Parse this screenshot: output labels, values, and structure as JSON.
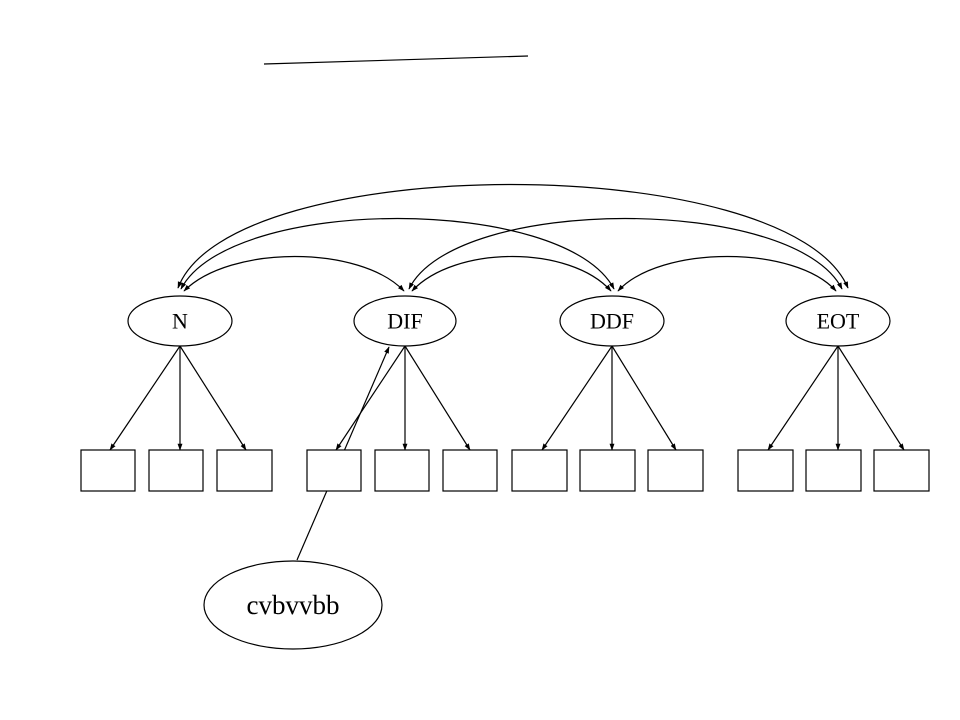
{
  "diagram": {
    "nodes": [
      {
        "id": "n",
        "label": "N"
      },
      {
        "id": "dif",
        "label": "DIF"
      },
      {
        "id": "ddf",
        "label": "DDF"
      },
      {
        "id": "eot",
        "label": "EOT"
      }
    ],
    "callout": {
      "label": "cvbvvbb"
    },
    "indicators_per_node": 3,
    "colors": {
      "stroke": "#000000",
      "fill": "#ffffff"
    }
  }
}
